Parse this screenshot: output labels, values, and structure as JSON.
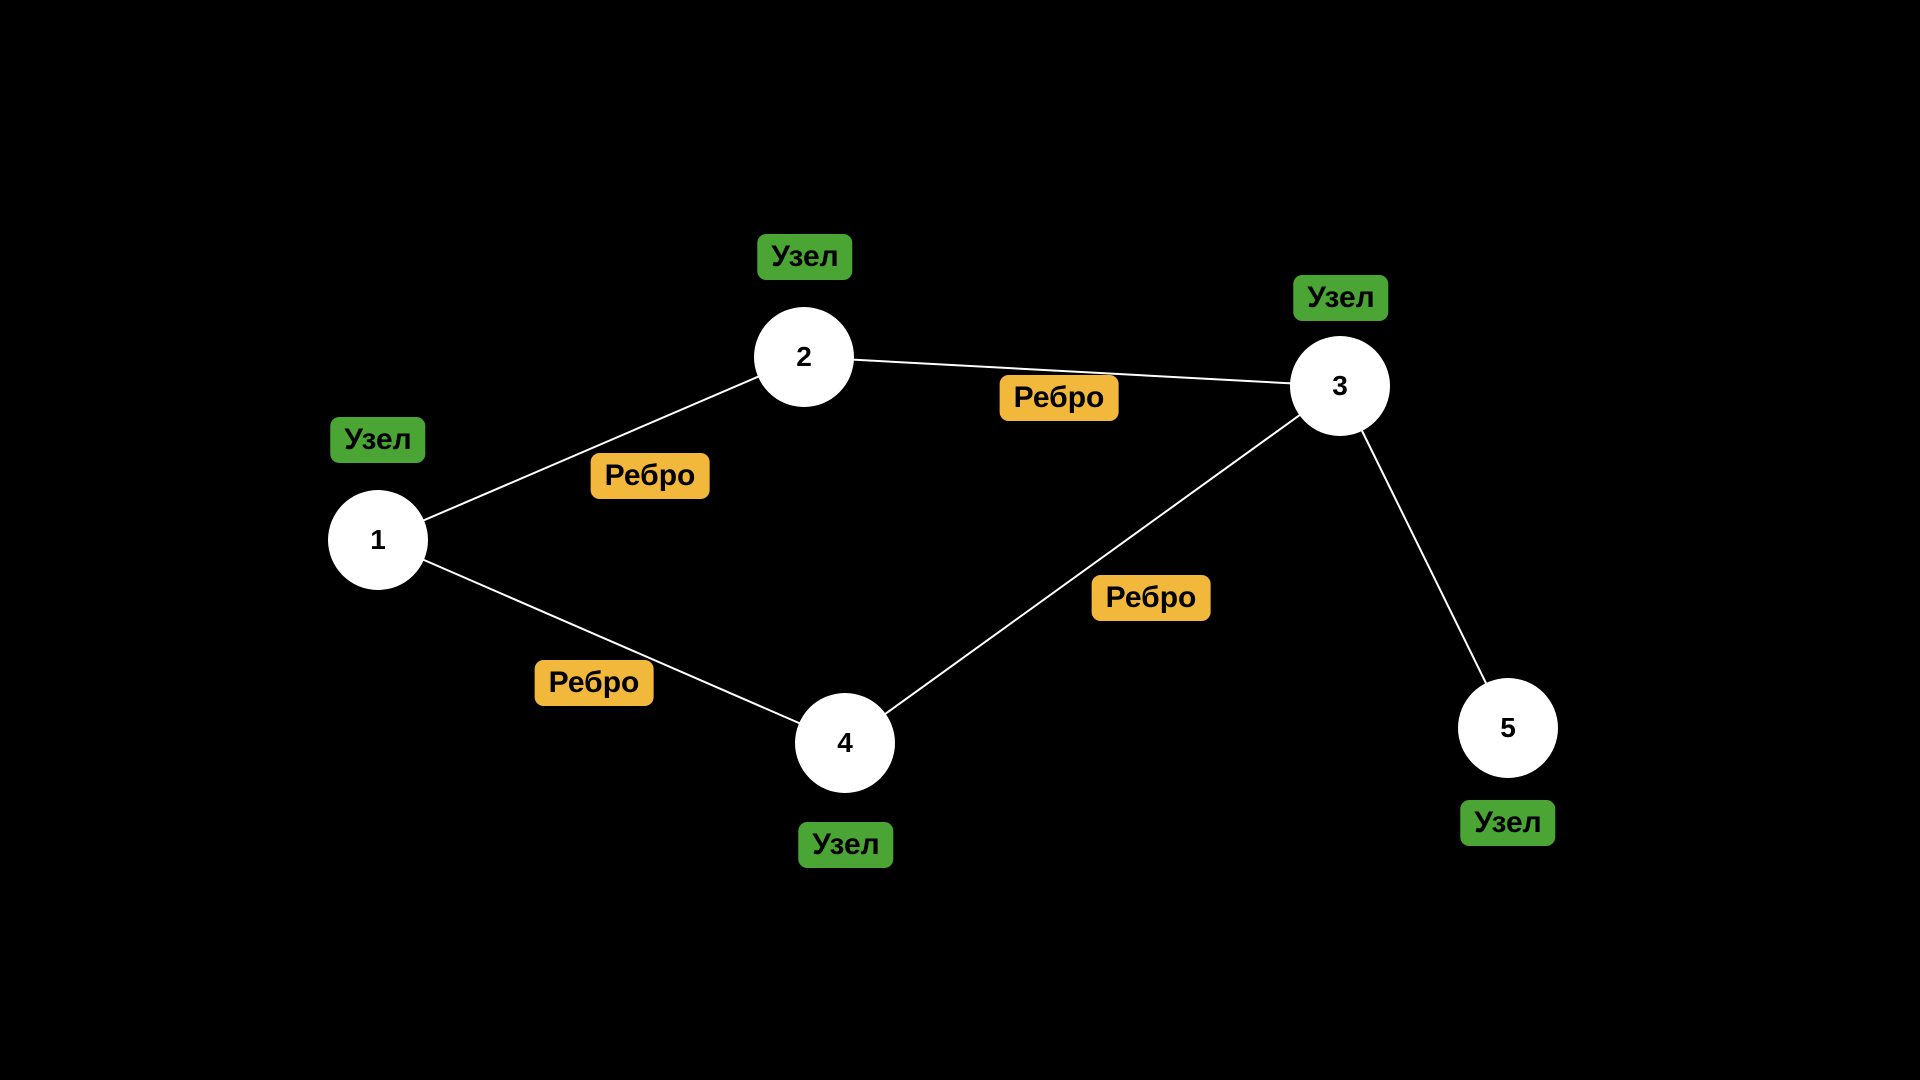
{
  "colors": {
    "background": "#000000",
    "node_fill": "#ffffff",
    "edge_stroke": "#ffffff",
    "node_label_bg": "#4aa534",
    "edge_label_bg": "#f2b83b"
  },
  "graph": {
    "nodes": [
      {
        "id": "1",
        "label": "1",
        "tag": "Узел"
      },
      {
        "id": "2",
        "label": "2",
        "tag": "Узел"
      },
      {
        "id": "3",
        "label": "3",
        "tag": "Узел"
      },
      {
        "id": "4",
        "label": "4",
        "tag": "Узел"
      },
      {
        "id": "5",
        "label": "5",
        "tag": "Узел"
      }
    ],
    "edges": [
      {
        "from": "1",
        "to": "2",
        "tag": "Ребро"
      },
      {
        "from": "2",
        "to": "3",
        "tag": "Ребро"
      },
      {
        "from": "3",
        "to": "4",
        "tag": "Ребро"
      },
      {
        "from": "1",
        "to": "4",
        "tag": "Ребро"
      },
      {
        "from": "3",
        "to": "5"
      }
    ]
  }
}
